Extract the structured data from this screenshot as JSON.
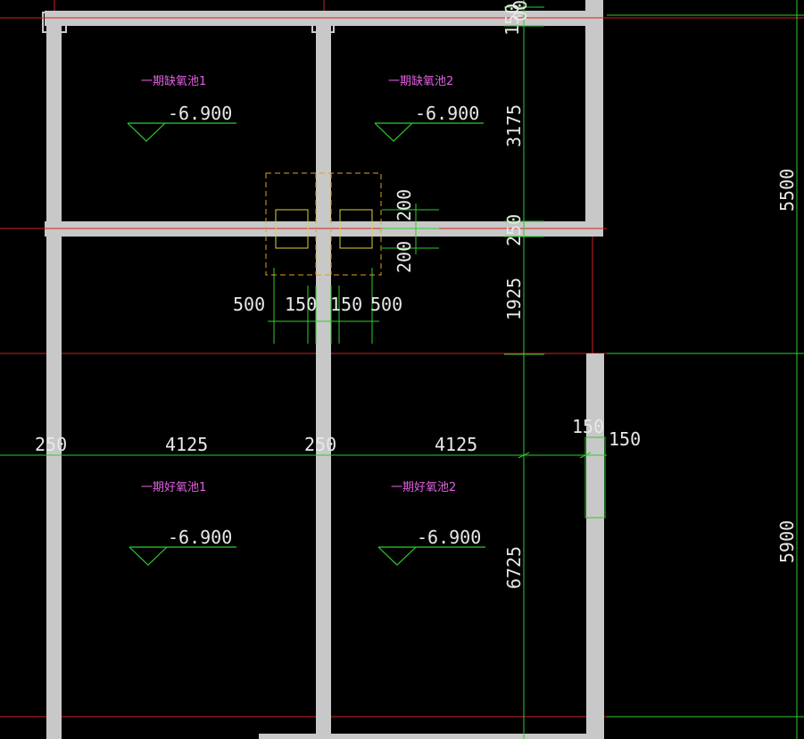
{
  "colors": {
    "background": "#000000",
    "wall": "#c8c8c8",
    "axis": "#d42020",
    "dimension_line": "#2ecc2e",
    "annotation": "#e8e8e8",
    "room_label": "#e060e0",
    "column_outline": "#e0a020",
    "column_inner": "#e0d040"
  },
  "rooms": [
    {
      "label": "一期缺氧池1",
      "level": "-6.900"
    },
    {
      "label": "一期缺氧池2",
      "level": "-6.900"
    },
    {
      "label": "一期好氧池1",
      "level": "-6.900"
    },
    {
      "label": "一期好氧池2",
      "level": "-6.900"
    }
  ],
  "dimensions": {
    "horizontal": [
      "250",
      "4125",
      "250",
      "4125"
    ],
    "wall_right_a": "150",
    "wall_right_b": "150",
    "column": [
      "500",
      "150",
      "150",
      "500"
    ],
    "column_vertical": [
      "200",
      "200"
    ],
    "vertical_inner": [
      "150",
      "00",
      "3175",
      "250",
      "1925",
      "6725"
    ],
    "vertical_outer": [
      "5500",
      "5900"
    ]
  }
}
